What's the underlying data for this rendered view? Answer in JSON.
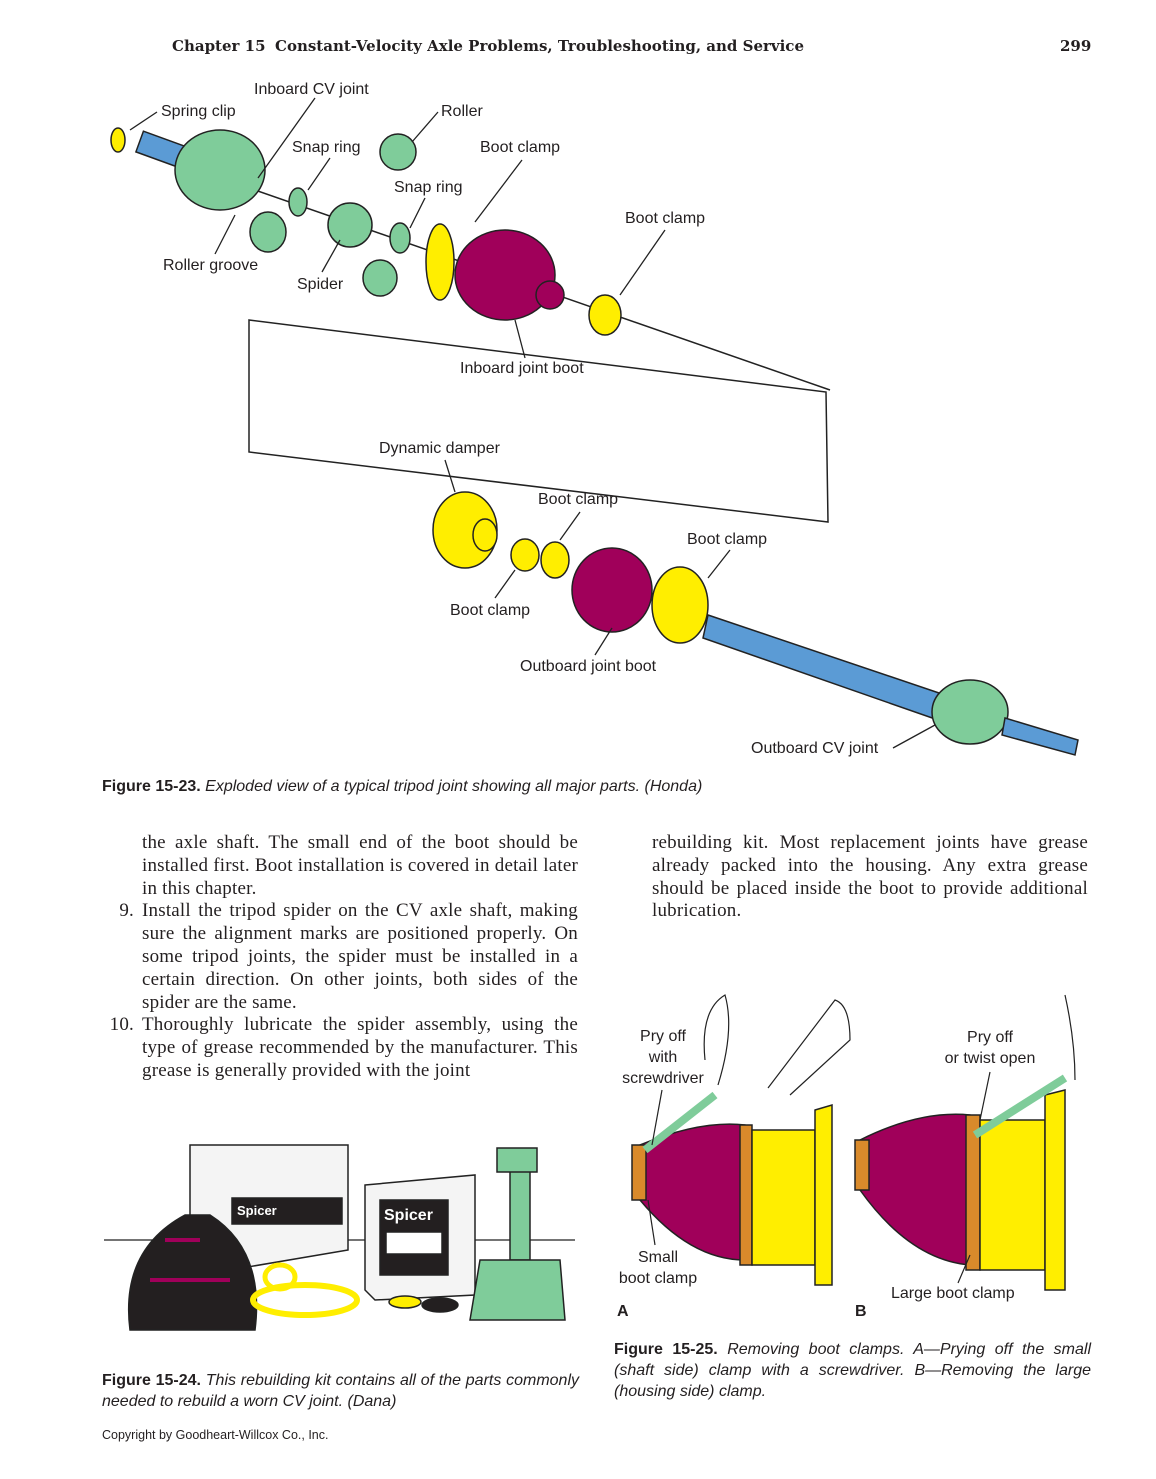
{
  "header": {
    "chapter": "Chapter 15",
    "title": "Constant-Velocity Axle Problems, Troubleshooting, and Service",
    "page_number": "299"
  },
  "figure_23": {
    "labels": {
      "inboard_cv_joint": "Inboard CV joint",
      "spring_clip": "Spring clip",
      "roller": "Roller",
      "snap_ring_1": "Snap ring",
      "boot_clamp_1": "Boot clamp",
      "snap_ring_2": "Snap ring",
      "boot_clamp_2": "Boot clamp",
      "roller_groove": "Roller groove",
      "spider": "Spider",
      "inboard_joint_boot": "Inboard joint boot",
      "dynamic_damper": "Dynamic damper",
      "boot_clamp_3": "Boot clamp",
      "boot_clamp_4": "Boot clamp",
      "boot_clamp_5": "Boot clamp",
      "outboard_joint_boot": "Outboard joint boot",
      "outboard_cv_joint": "Outboard CV joint"
    },
    "caption_label": "Figure 15-23.",
    "caption_text": "Exploded view of a typical tripod joint showing all major parts. (Honda)"
  },
  "body": {
    "left_continuation": "the axle shaft. The small end of the boot should be installed first. Boot installation is covered in detail later in this chapter.",
    "steps": [
      {
        "num": "9.",
        "text": "Install the tripod spider on the CV axle shaft, making sure the alignment marks are positioned properly. On some tripod joints, the spider must be installed in a certain direction. On other joints, both sides of the spider are the same."
      },
      {
        "num": "10.",
        "text": "Thoroughly lubricate the spider assembly, using the type of grease recommended by the manufacturer. This grease is generally provided with the joint"
      }
    ],
    "right_continuation": "rebuilding kit. Most replacement joints have grease already packed into the housing. Any extra grease should be placed inside the boot to provide additional lubrication."
  },
  "figure_24": {
    "brand_logo": "Spicer",
    "caption_label": "Figure 15-24.",
    "caption_text": "This rebuilding kit contains all of the parts commonly needed to rebuild a worn CV joint. (Dana)"
  },
  "figure_25": {
    "labels": {
      "pry_off_screwdriver_1": "Pry off",
      "pry_off_screwdriver_2": "with",
      "pry_off_screwdriver_3": "screwdriver",
      "pry_twist_1": "Pry off",
      "pry_twist_2": "or twist open",
      "small_clamp_1": "Small",
      "small_clamp_2": "boot clamp",
      "large_clamp": "Large boot clamp",
      "panel_a": "A",
      "panel_b": "B"
    },
    "caption_label": "Figure 15-25.",
    "caption_text": "Removing boot clamps. A—Prying off the small (shaft side) clamp with a screwdriver. B—Removing the large (housing side) clamp."
  },
  "copyright": "Copyright by Goodheart-Willcox Co., Inc.",
  "colors": {
    "green": "#7fcc9a",
    "magenta": "#a0005a",
    "yellow": "#ffee00",
    "blue": "#5b9bd5",
    "orange": "#d98a2b"
  }
}
